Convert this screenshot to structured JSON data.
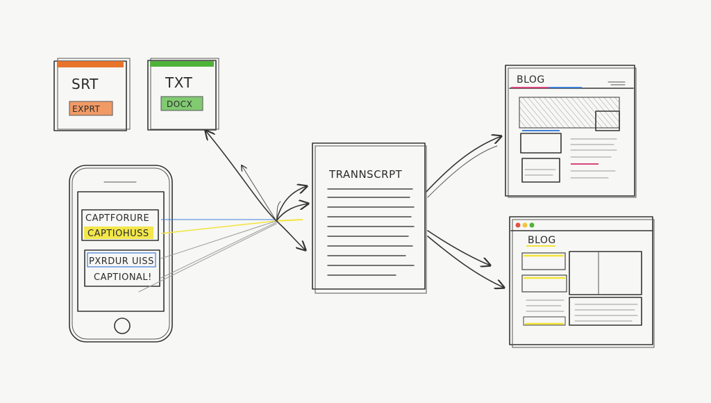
{
  "colors": {
    "ink": "#333333",
    "orange": "#e8742c",
    "green": "#4fb33a",
    "yellow": "#f2e43a",
    "blue": "#3d7fd9",
    "pink": "#d9457a",
    "red": "#e0524c"
  },
  "file_cards": {
    "srt": {
      "title": "SRT",
      "label": "EXPRT"
    },
    "txt": {
      "title": "TXT",
      "label": "DOCX"
    }
  },
  "phone": {
    "captions": [
      {
        "line1": "CAPTFORURE",
        "line2": "CAPTIOHUSS"
      },
      {
        "line1": "PXRDUR UISS",
        "line2": "CAPTIONAL!"
      }
    ]
  },
  "transcript": {
    "title": "TRANNSCRPT"
  },
  "blogs": [
    {
      "title": "BLOG"
    },
    {
      "title": "BLOG"
    }
  ]
}
